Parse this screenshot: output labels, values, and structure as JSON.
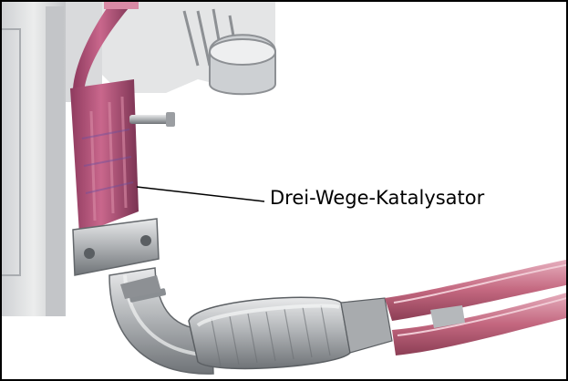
{
  "callout": {
    "label": "Drei-Wege-Katalysator"
  },
  "colors": {
    "frame": "#000000",
    "pipe_hot": "#b04a72",
    "pipe_hot_highlight": "#d98aa5",
    "metal": "#b9bcbf",
    "metal_dark": "#7d8185",
    "engine_block": "#d8d9db"
  },
  "illustration": {
    "subject": "exhaust system with three-way catalytic converter",
    "style": "technical rendering"
  }
}
